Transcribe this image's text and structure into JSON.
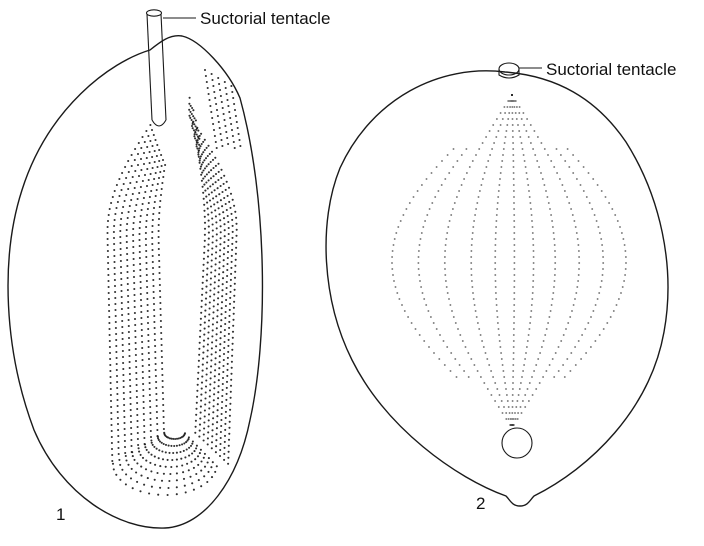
{
  "figure": {
    "specimens": [
      {
        "number": "1",
        "tentacle_label": "Suctorial tentacle"
      },
      {
        "number": "2",
        "tentacle_label": "Suctorial tentacle"
      }
    ]
  },
  "colors": {
    "ink": "#1a1a1a",
    "background": "#ffffff"
  }
}
